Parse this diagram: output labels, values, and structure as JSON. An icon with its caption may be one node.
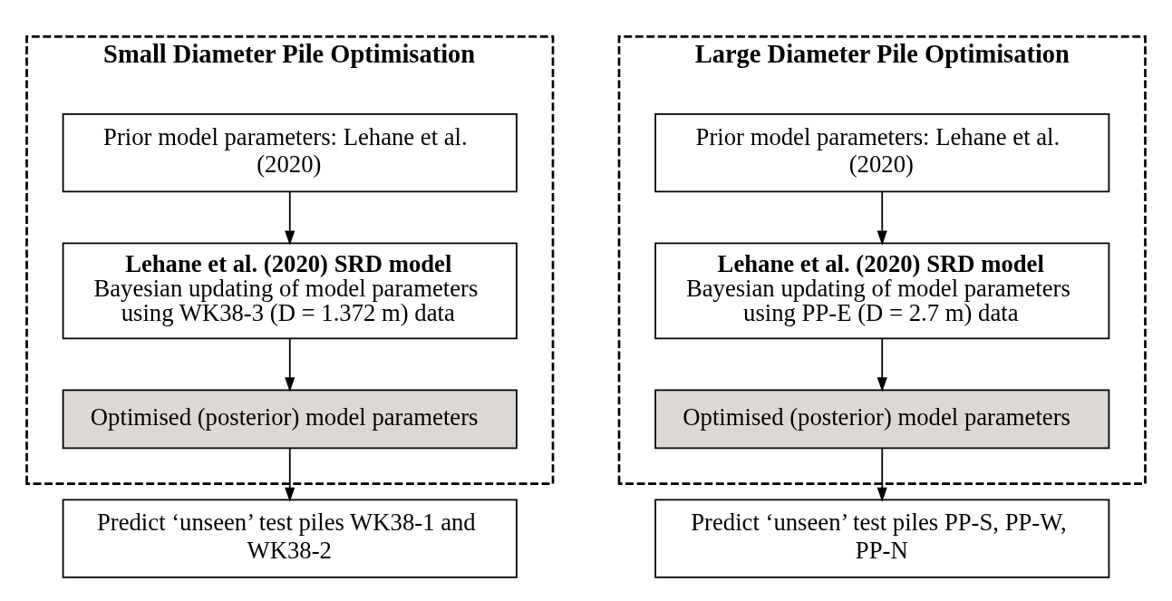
{
  "diagram": {
    "nodes": [
      {
        "text": [
          "Small Diameter Pile Optimisation"
        ]
      },
      {
        "text": [
          "Prior model parameters: Lehane et al. (2020)"
        ],
        "in": 0
      },
      {
        "text": [
          "Lehane et al. (2020) SRD model",
          "Bayesian updating of model parameters using WK38-3 (D = 1.372 m) data"
        ],
        "in": 0
      },
      {
        "text": [
          "Optimised (posterior) model parameters"
        ],
        "in": 0
      },
      {
        "text": [
          "Predict ‘unseen’ test piles WK38-1 and WK38-2"
        ]
      },
      {
        "text": [
          "Large Diameter Pile Optimisation"
        ]
      },
      {
        "text": [
          "Prior model parameters: Lehane et al. (2020)"
        ],
        "in": 5
      },
      {
        "text": [
          "Lehane et al. (2020) SRD model",
          "Bayesian updating of model parameters using PP-E (D = 2.7 m) data"
        ],
        "in": 5
      },
      {
        "text": [
          "Optimised (posterior) model parameters"
        ],
        "in": 5
      },
      {
        "text": [
          "Predict ‘unseen’ test piles PP-S, PP-W, PP-N"
        ]
      }
    ],
    "edges": [
      {
        "from": 1,
        "to": 2,
        "arrow": "to"
      },
      {
        "from": 2,
        "to": 3,
        "arrow": "to"
      },
      {
        "from": 3,
        "to": 4,
        "arrow": "to"
      },
      {
        "from": 6,
        "to": 7,
        "arrow": "to"
      },
      {
        "from": 7,
        "to": 8,
        "arrow": "to"
      },
      {
        "from": 8,
        "to": 9,
        "arrow": "to"
      }
    ]
  }
}
